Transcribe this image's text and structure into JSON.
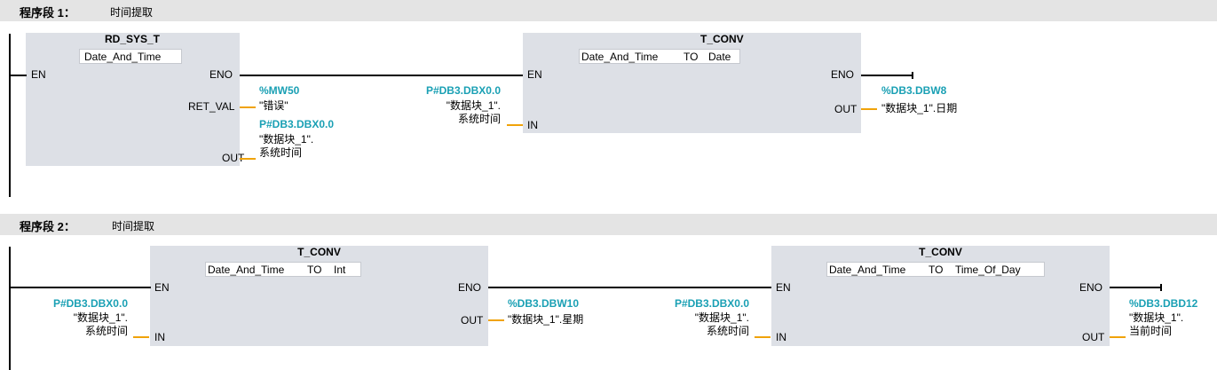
{
  "networks": [
    {
      "title": "程序段 1：",
      "comment": "时间提取"
    },
    {
      "title": "程序段 2：",
      "comment": "时间提取"
    }
  ],
  "blocks": {
    "rd_sys_t": {
      "name": "RD_SYS_T",
      "type": "Date_And_Time",
      "pins": {
        "en": "EN",
        "eno": "ENO",
        "ret_val": "RET_VAL",
        "out": "OUT"
      }
    },
    "conv1": {
      "name": "T_CONV",
      "from": "Date_And_Time",
      "to_word": "TO",
      "to": "Date",
      "pins": {
        "en": "EN",
        "eno": "ENO",
        "in": "IN",
        "out": "OUT"
      }
    },
    "conv2": {
      "name": "T_CONV",
      "from": "Date_And_Time",
      "to_word": "TO",
      "to": "Int",
      "pins": {
        "en": "EN",
        "eno": "ENO",
        "in": "IN",
        "out": "OUT"
      }
    },
    "conv3": {
      "name": "T_CONV",
      "from": "Date_And_Time",
      "to_word": "TO",
      "to": "Time_Of_Day",
      "pins": {
        "en": "EN",
        "eno": "ENO",
        "in": "IN",
        "out": "OUT"
      }
    }
  },
  "operands": {
    "rd_ret": {
      "addr": "%MW50",
      "name": "\"错误\""
    },
    "rd_out": {
      "addr": "P#DB3.DBX0.0",
      "name1": "\"数据块_1\".",
      "name2": "系统时间"
    },
    "conv1_in": {
      "addr": "P#DB3.DBX0.0",
      "name1": "\"数据块_1\".",
      "name2": "系统时间"
    },
    "conv1_out": {
      "addr": "%DB3.DBW8",
      "name": "\"数据块_1\".日期"
    },
    "conv2_in": {
      "addr": "P#DB3.DBX0.0",
      "name1": "\"数据块_1\".",
      "name2": "系统时间"
    },
    "conv2_out": {
      "addr": "%DB3.DBW10",
      "name": "\"数据块_1\".星期"
    },
    "conv3_in": {
      "addr": "P#DB3.DBX0.0",
      "name1": "\"数据块_1\".",
      "name2": "系统时间"
    },
    "conv3_out": {
      "addr": "%DB3.DBD12",
      "name1": "\"数据块_1\".",
      "name2": "当前时间"
    }
  },
  "colors": {
    "address": "#1aa0b4",
    "pin_stub": "#f0a30a",
    "block_fill": "#dde0e6",
    "header_fill": "#e4e4e4"
  }
}
